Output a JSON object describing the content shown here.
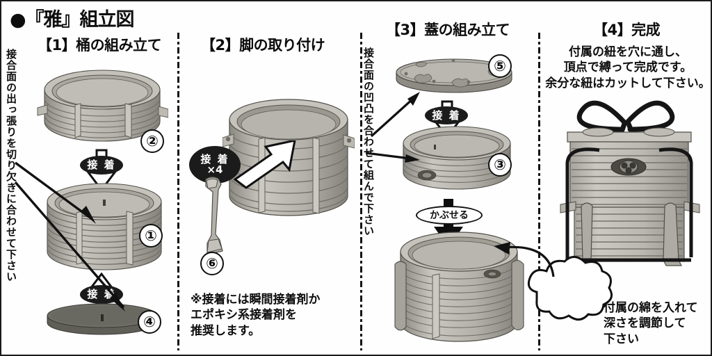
{
  "document": {
    "title": "●『雅』組立図",
    "bullet_icon": "filled-circle-icon"
  },
  "panels": [
    {
      "id": "panel-1",
      "heading": "【1】桶の組み立て",
      "vertical_note": "接合面の出っ張りを切り欠きに合わせて下さい",
      "parts": [
        {
          "number": "②",
          "name": "barrel-upper-ring"
        },
        {
          "number": "①",
          "name": "barrel-body"
        },
        {
          "number": "④",
          "name": "barrel-base-disc"
        }
      ],
      "labels": [
        {
          "text": "接 着",
          "style": "dark",
          "direction": "down"
        },
        {
          "text": "接 着",
          "style": "dark",
          "direction": "up"
        }
      ]
    },
    {
      "id": "panel-2",
      "heading": "【2】脚の取り付け",
      "parts": [
        {
          "number": "⑥",
          "name": "leg-part"
        }
      ],
      "labels": [
        {
          "text": "接 着",
          "sub": "×4",
          "style": "dark",
          "direction": "diagonal-up-right"
        }
      ],
      "note": "※接着には瞬間接着剤か\nエポキシ系接着剤を\n推奨します。"
    },
    {
      "id": "panel-3",
      "heading": "【3】蓋の組み立て",
      "vertical_note": "接合面の凹凸を合わせて組んで下さい",
      "parts": [
        {
          "number": "⑤",
          "name": "lid-top-plate"
        },
        {
          "number": "③",
          "name": "lid-ring"
        }
      ],
      "labels": [
        {
          "text": "接 着",
          "style": "dark",
          "direction": "down"
        },
        {
          "text": "かぶせる",
          "style": "light",
          "direction": "down"
        }
      ]
    },
    {
      "id": "panel-4",
      "heading": "【4】完成",
      "note": "付属の紐を穴に通し、\n頂点で縛って完成です。\n余分な紐はカットして下さい。",
      "callout_note": "付属の綿を入れて\n深さを調節して\n下さい"
    }
  ],
  "colors": {
    "ink": "#111111",
    "paper": "#ffffff",
    "part_light": "#c9c7bf",
    "part_mid": "#a9a79f",
    "part_dark": "#7d7b74",
    "part_darkest": "#5a5952",
    "bubble_dark": "#1b1b1b"
  },
  "icons": {
    "hollow_down_arrow": "hollow-down-arrow-icon",
    "hollow_up_arrow": "hollow-up-arrow-icon",
    "hollow_diagonal_arrow": "hollow-diagonal-arrow-icon",
    "solid_down_arrow": "solid-down-arrow-icon",
    "pointer_arrow": "pointer-arrow-icon",
    "cloud_callout": "cloud-callout-icon",
    "ribbon_bow": "ribbon-bow-icon"
  }
}
